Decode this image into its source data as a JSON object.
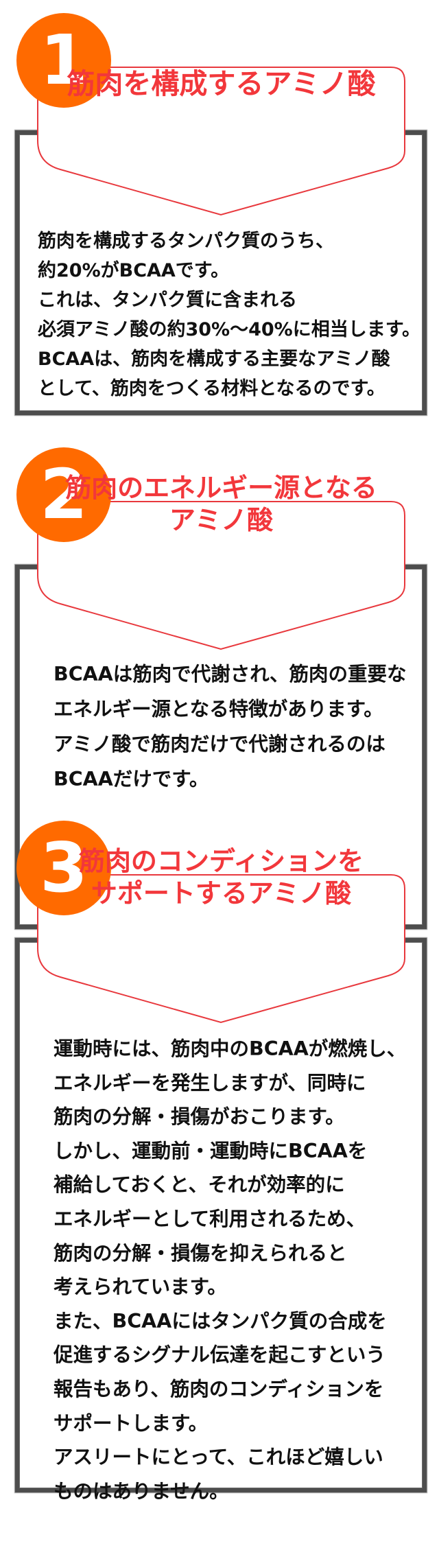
{
  "colors": {
    "badge": "#ff6a00",
    "title": "#f2373b",
    "header_border": "#e8383d",
    "box_border": "#4d4d4d",
    "text": "#111111"
  },
  "sections": [
    {
      "number": "1",
      "title_lines": [
        "筋肉を構成するアミノ酸"
      ],
      "body_lines": [
        "筋肉を構成するタンパク質のうち、",
        "約20%がBCAAです。",
        "これは、タンパク質に含まれる",
        "必須アミノ酸の約30%〜40%に相当します。",
        "BCAAは、筋肉を構成する主要なアミノ酸",
        "として、筋肉をつくる材料となるのです。"
      ]
    },
    {
      "number": "2",
      "title_lines": [
        "筋肉のエネルギー源となる",
        "アミノ酸"
      ],
      "body_lines": [
        "BCAAは筋肉で代謝され、筋肉の重要な",
        "エネルギー源となる特徴があります。",
        "アミノ酸で筋肉だけで代謝されるのは",
        "BCAAだけです。"
      ]
    },
    {
      "number": "3",
      "title_lines": [
        "筋肉のコンディションを",
        "サポートするアミノ酸"
      ],
      "body_lines": [
        "運動時には、筋肉中のBCAAが燃焼し、",
        "エネルギーを発生しますが、同時に",
        "筋肉の分解・損傷がおこります。",
        "しかし、運動前・運動時にBCAAを",
        "補給しておくと、それが効率的に",
        "エネルギーとして利用されるため、",
        "筋肉の分解・損傷を抑えられると",
        "考えられています。",
        "また、BCAAにはタンパク質の合成を",
        "促進するシグナル伝達を起こすという",
        "報告もあり、筋肉のコンディションを",
        "サポートします。",
        "アスリートにとって、これほど嬉しい",
        "ものはありません。"
      ]
    }
  ]
}
